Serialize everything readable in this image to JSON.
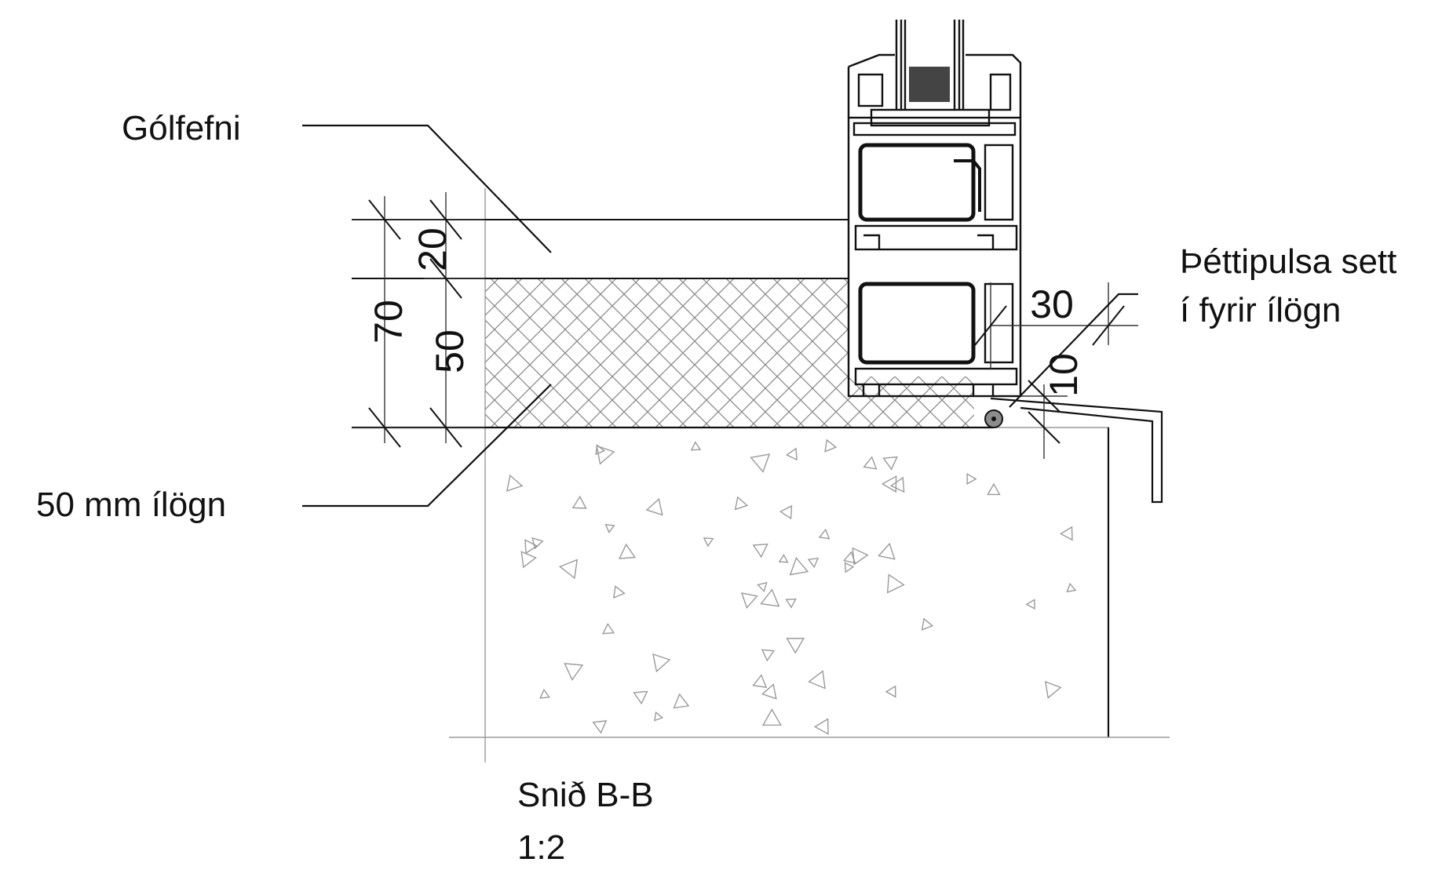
{
  "labels": {
    "floor_material": "Gólfefni",
    "insulation": "50 mm ílögn",
    "seal_line1": "Þéttipulsa sett",
    "seal_line2": "í fyrir ílögn",
    "section_title": "Snið B-B",
    "scale": "1:2"
  },
  "dimensions": {
    "d20": "20",
    "d70": "70",
    "d50": "50",
    "d30": "30",
    "d10": "10"
  },
  "colors": {
    "line": "#111111",
    "hatch": "#8a8a8a",
    "concrete_mark": "#9a9a9a",
    "seal": "#8c8c8c"
  }
}
